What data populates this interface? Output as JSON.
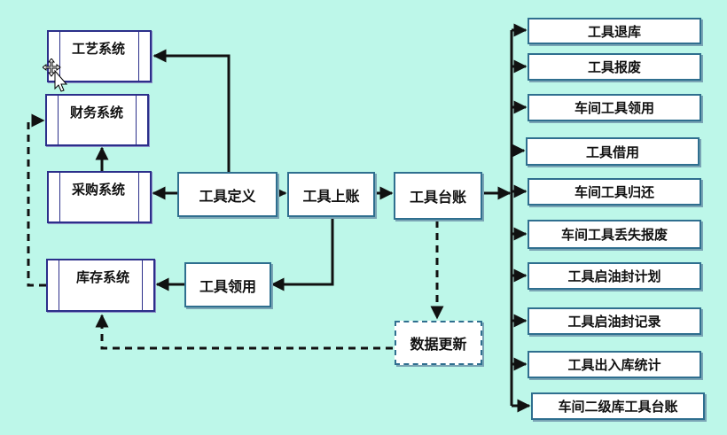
{
  "systems": {
    "craft": "工艺系统",
    "finance": "财务系统",
    "purchase": "采购系统",
    "inventory": "库存系统"
  },
  "center": {
    "tool_define": "工具定义",
    "tool_register": "工具上账",
    "tool_ledger": "工具台账",
    "tool_requisition": "工具领用",
    "data_update": "数据更新"
  },
  "ledger_targets": [
    "工具退库",
    "工具报废",
    "车间工具领用",
    "工具借用",
    "车间工具归还",
    "车间工具丢失报废",
    "工具启油封计划",
    "工具启油封记录",
    "工具出入库统计",
    "车间二级库工具台账"
  ],
  "colors": {
    "background": "#bdf7e9",
    "box_border": "#2f6f8f",
    "system_border": "#2b2f8a"
  }
}
